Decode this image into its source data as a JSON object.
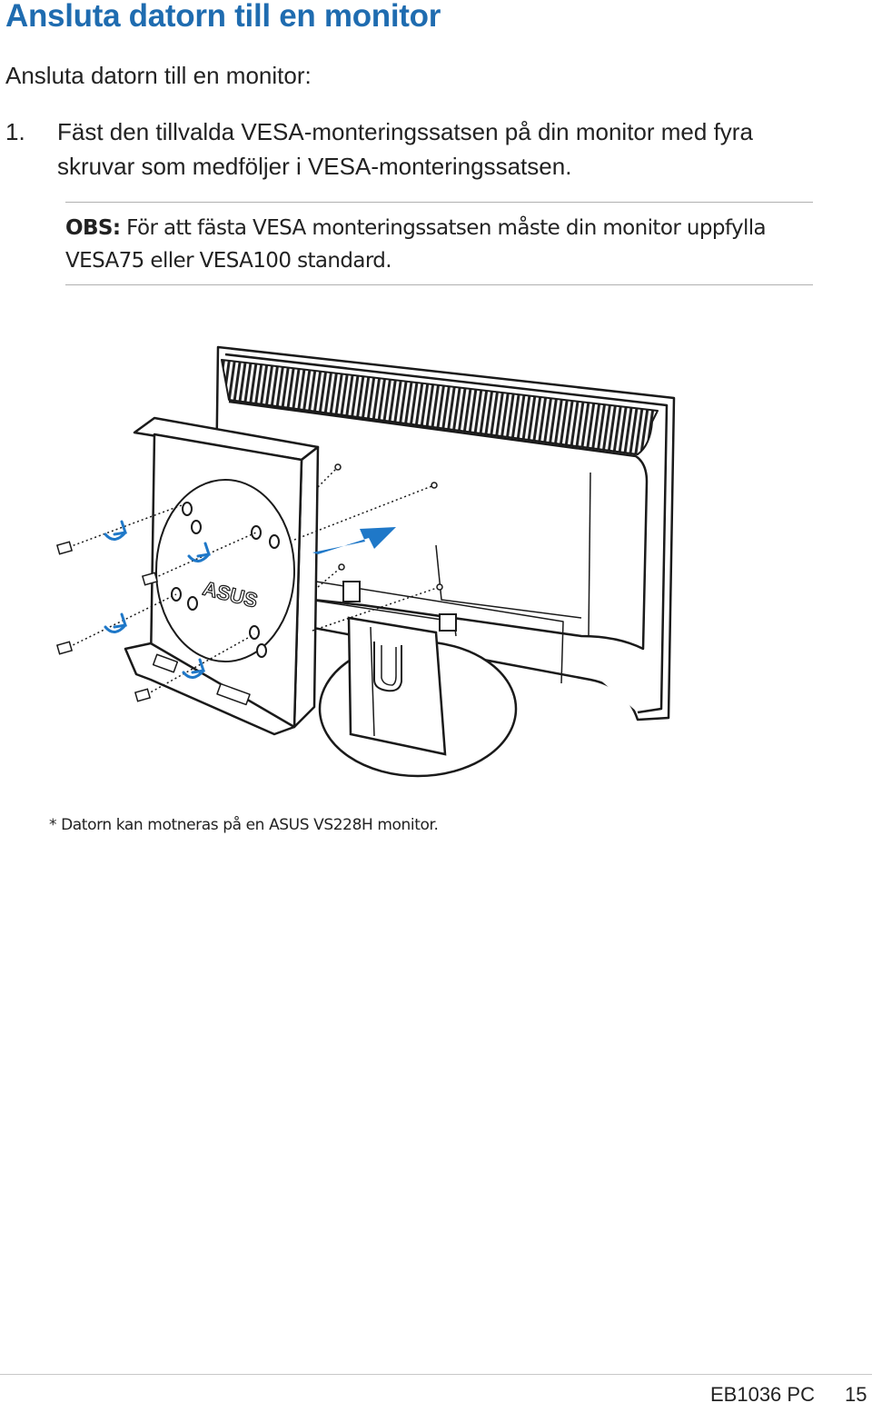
{
  "page": {
    "title": "Ansluta datorn till en monitor",
    "intro": "Ansluta datorn till en monitor:",
    "steps": [
      {
        "number": "1.",
        "text": "Fäst den tillvalda VESA-monteringssatsen på din monitor med fyra skruvar som medföljer i VESA-monteringssatsen."
      }
    ],
    "note": {
      "label": "OBS:",
      "text": "För att fästa VESA monteringssatsen måste din monitor uppfylla VESA75 eller VESA100 standard."
    },
    "figure": {
      "logo_text": "ASUS",
      "caption": "* Datorn kan motneras på en ASUS VS228H monitor."
    },
    "footer": {
      "model": "EB1036 PC",
      "page_number": "15"
    }
  },
  "colors": {
    "heading": "#1f6cb0",
    "arrow": "#1f78c8",
    "rule": "#b0b0b0"
  }
}
